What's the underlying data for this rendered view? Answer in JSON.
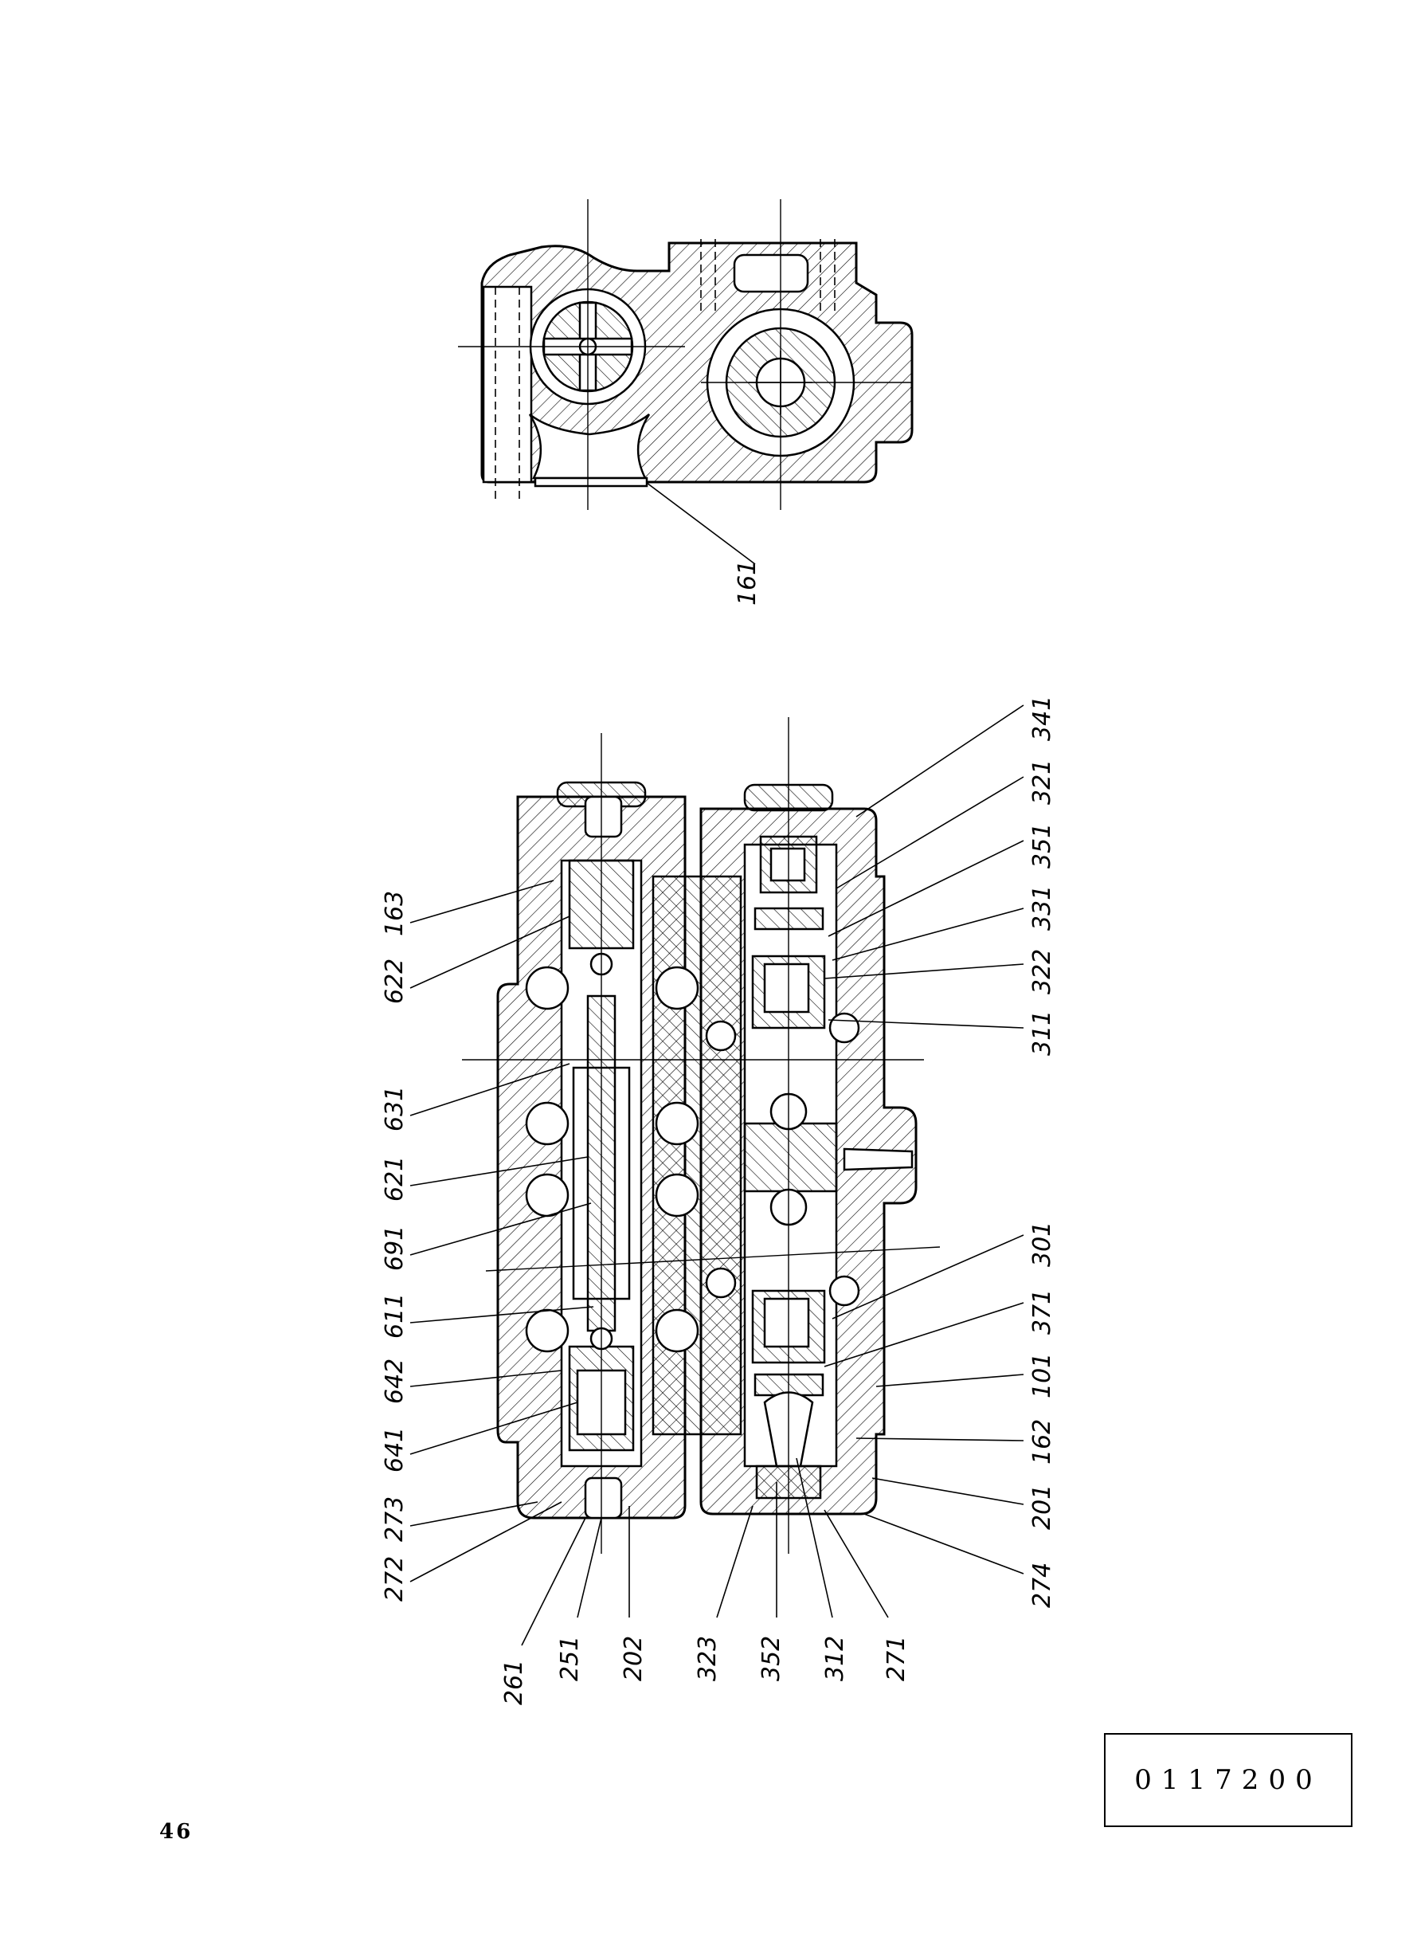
{
  "page_number": "46",
  "drawing_code": "0117200",
  "top_view": {
    "part_labels": [
      "161"
    ]
  },
  "section_view": {
    "left_labels": [
      "163",
      "622",
      "631",
      "621",
      "691",
      "611",
      "642",
      "641",
      "273",
      "272"
    ],
    "right_labels": [
      "341",
      "321",
      "351",
      "331",
      "322",
      "311",
      "301",
      "371",
      "101",
      "162",
      "201",
      "274"
    ],
    "bottom_labels": [
      "261",
      "251",
      "202",
      "323",
      "352",
      "312",
      "271"
    ]
  }
}
